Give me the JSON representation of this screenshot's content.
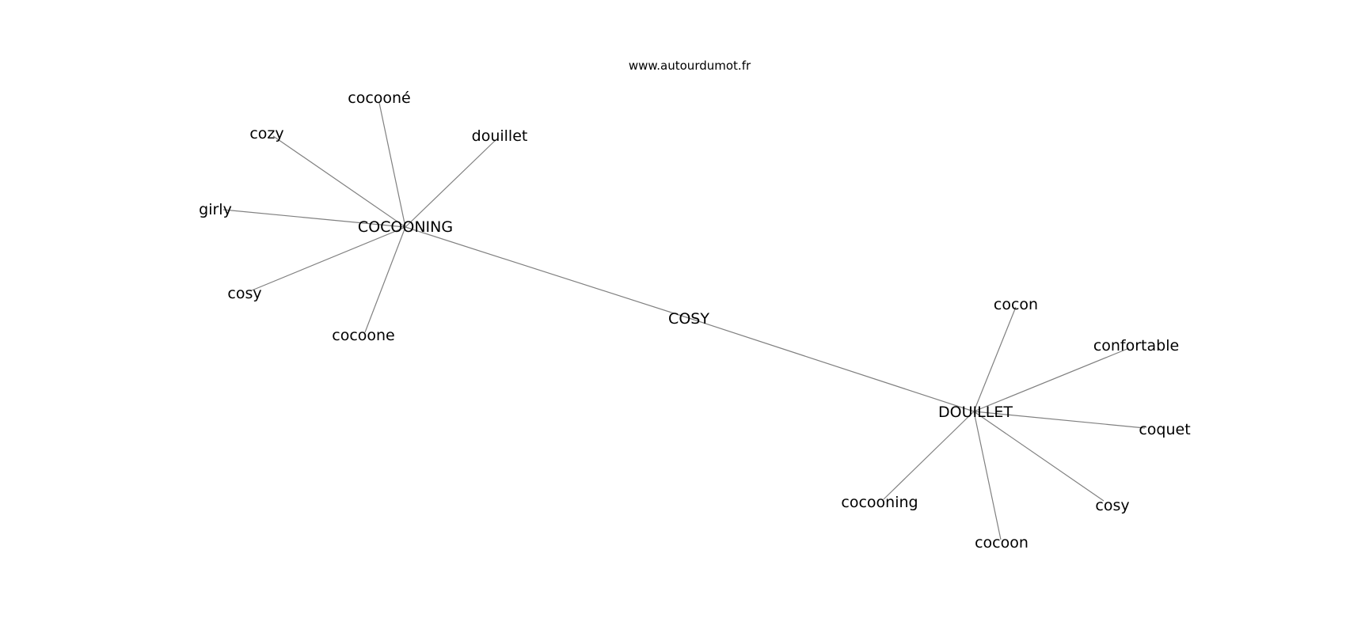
{
  "site": "www.autourdumot.fr",
  "center": "COSY",
  "hubs": [
    {
      "label": "COCOONING",
      "leaves": [
        "cocooné",
        "cozy",
        "douillet",
        "girly",
        "cosy",
        "cocoone"
      ]
    },
    {
      "label": "DOUILLET",
      "leaves": [
        "cocon",
        "confortable",
        "coquet",
        "cosy",
        "cocoon",
        "cocooning"
      ]
    }
  ]
}
